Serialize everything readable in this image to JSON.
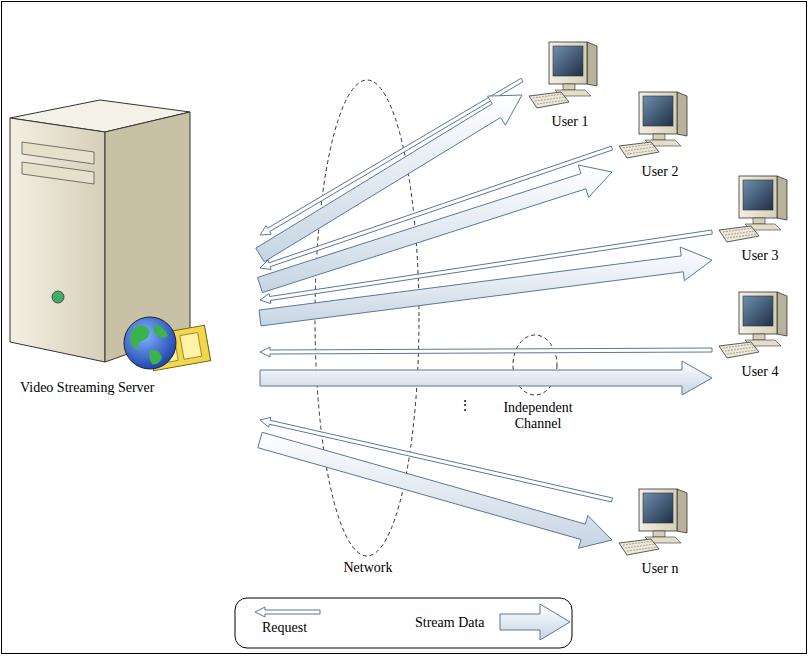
{
  "diagram": {
    "nodes": [
      {
        "text": [
          "Video Streaming Server"
        ]
      },
      {
        "text": [
          "User 1"
        ]
      },
      {
        "text": [
          "User 2"
        ]
      },
      {
        "text": [
          "User 3"
        ]
      },
      {
        "text": [
          "User 4"
        ]
      },
      {
        "text": [
          "User n"
        ]
      }
    ],
    "edges": [
      {
        "from": 1,
        "to": 0,
        "arrow": "to"
      },
      {
        "from": 0,
        "to": 1,
        "arrow": "to"
      },
      {
        "from": 2,
        "to": 0,
        "arrow": "to"
      },
      {
        "from": 0,
        "to": 2,
        "arrow": "to"
      },
      {
        "from": 3,
        "to": 0,
        "arrow": "to"
      },
      {
        "from": 0,
        "to": 3,
        "arrow": "to"
      },
      {
        "from": 4,
        "to": 0,
        "arrow": "to"
      },
      {
        "from": 0,
        "to": 4,
        "arrow": "to"
      },
      {
        "from": 5,
        "to": 0,
        "arrow": "to"
      },
      {
        "from": 0,
        "to": 5,
        "arrow": "to"
      }
    ],
    "labels": [
      "Network",
      "Independent Channel",
      "⋮"
    ],
    "legend": [
      {
        "text": "Request"
      },
      {
        "text": "Stream Data"
      }
    ]
  }
}
